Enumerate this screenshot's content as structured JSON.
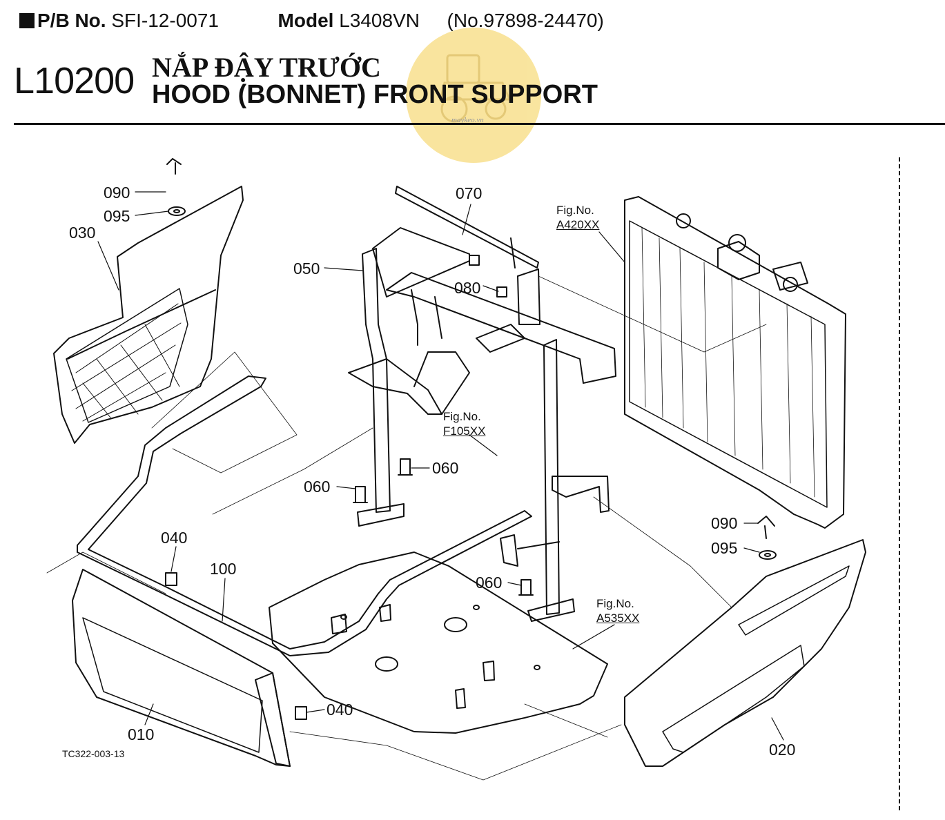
{
  "header": {
    "pb_label": "P/B No.",
    "pb_value": "SFI-12-0071",
    "model_label": "Model",
    "model_value": "L3408VN",
    "serial": "(No.97898-24470)"
  },
  "title": {
    "code": "L10200",
    "vietnamese": "NẮP ĐẬY TRƯỚC",
    "english": "HOOD (BONNET) FRONT SUPPORT"
  },
  "watermark": {
    "text": "maykeo.vn",
    "color": "#f8e08e"
  },
  "labels": {
    "p090_top": "090",
    "p095_top": "095",
    "p030": "030",
    "p070": "070",
    "p050": "050",
    "p080": "080",
    "p060_a": "060",
    "p060_b": "060",
    "p060_c": "060",
    "p040_top": "040",
    "p100": "100",
    "p040_bottom": "040",
    "p010": "010",
    "p090_right": "090",
    "p095_right": "095",
    "p020": "020"
  },
  "figure_refs": {
    "radiator_label": "Fig.No.",
    "radiator_num": "A420XX",
    "frame_label": "Fig.No.",
    "frame_num": "F105XX",
    "floor_label": "Fig.No.",
    "floor_num": "A535XX"
  },
  "drawing_code": "TC322-003-13"
}
